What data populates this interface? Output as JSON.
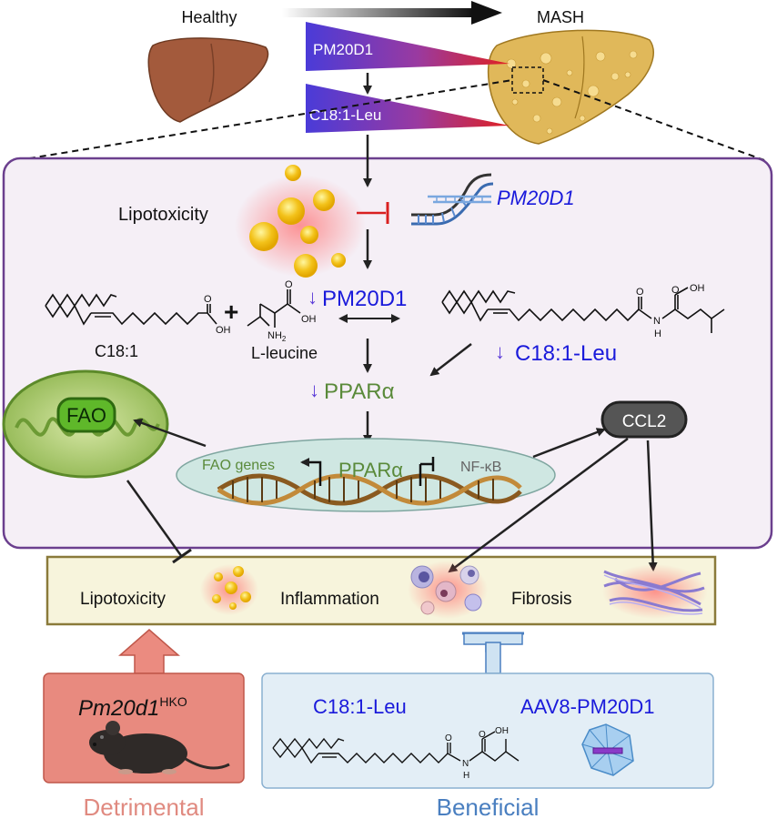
{
  "top": {
    "healthy_label": "Healthy",
    "mash_label": "MASH",
    "wedge1_label": "PM20D1",
    "wedge2_label": "C18:1-Leu"
  },
  "mechanism": {
    "lipotoxicity_label": "Lipotoxicity",
    "gene_label": "PM20D1",
    "pm20d1_down": "PM20D1",
    "c181_label": "C18:1",
    "plus_sign": "+",
    "leucine_label": "L-leucine",
    "c181leu_down": "C18:1-Leu",
    "ppara_down": "PPARα",
    "fao_label": "FAO",
    "ccl2_label": "CCL2",
    "fao_genes_label": "FAO genes",
    "ppara_dna_label": "PPARα",
    "nfkb_label": "NF-κB",
    "down_arrow_glyph": "↓",
    "chem": {
      "acid_o": "O",
      "acid_oh": "OH",
      "nh2": "NH",
      "nh2_sub": "2",
      "amide_o": "O",
      "amide_oh": "OH",
      "amide_nh": "N",
      "amide_h": "H"
    }
  },
  "outcomes": {
    "lipotoxicity": "Lipotoxicity",
    "inflammation": "Inflammation",
    "fibrosis": "Fibrosis"
  },
  "bottom_left": {
    "model_name": "Pm20d1",
    "model_superscript": "HKO",
    "caption": "Detrimental"
  },
  "bottom_right": {
    "compound": "C18:1-Leu",
    "vector": "AAV8-PM20D1",
    "caption": "Beneficial",
    "chem": {
      "o": "O",
      "oh": "OH",
      "n": "N",
      "h": "H"
    }
  },
  "colors": {
    "blue_text": "#1a1adb",
    "green_text": "#5a8a3a",
    "grey_text": "#666666",
    "panel_border": "#6b3f8e",
    "panel_fill": "#f5eff6",
    "outcome_fill": "#f7f4dc",
    "outcome_border": "#8a7a3a",
    "detrimental": "#e08a80",
    "beneficial": "#4a7fc0"
  }
}
